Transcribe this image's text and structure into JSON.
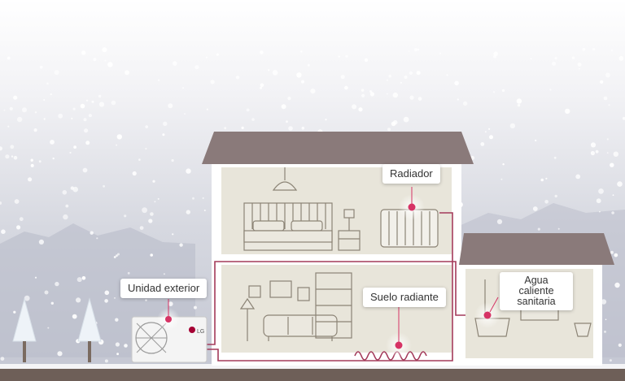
{
  "labels": {
    "outdoor_unit": "Unidad exterior",
    "radiator": "Radiador",
    "underfloor": "Suelo radiante",
    "hot_water": "Agua caliente sanitaria"
  },
  "outdoor_unit_logo": "LG",
  "colors": {
    "sky_top": "#ffffff",
    "sky_bottom": "#c7cad6",
    "roof": "#8a7a7a",
    "wall_interior": "#e8e5da",
    "house_outline": "#ffffff",
    "pipe": "#a33a5a",
    "hotspot": "#d63365",
    "ground": "#6e5f58"
  },
  "icons": [
    "radiator-icon",
    "hotspot-icon",
    "bed-icon",
    "sofa-icon",
    "bathtub-icon",
    "tree-icon",
    "outdoor-unit-icon"
  ]
}
